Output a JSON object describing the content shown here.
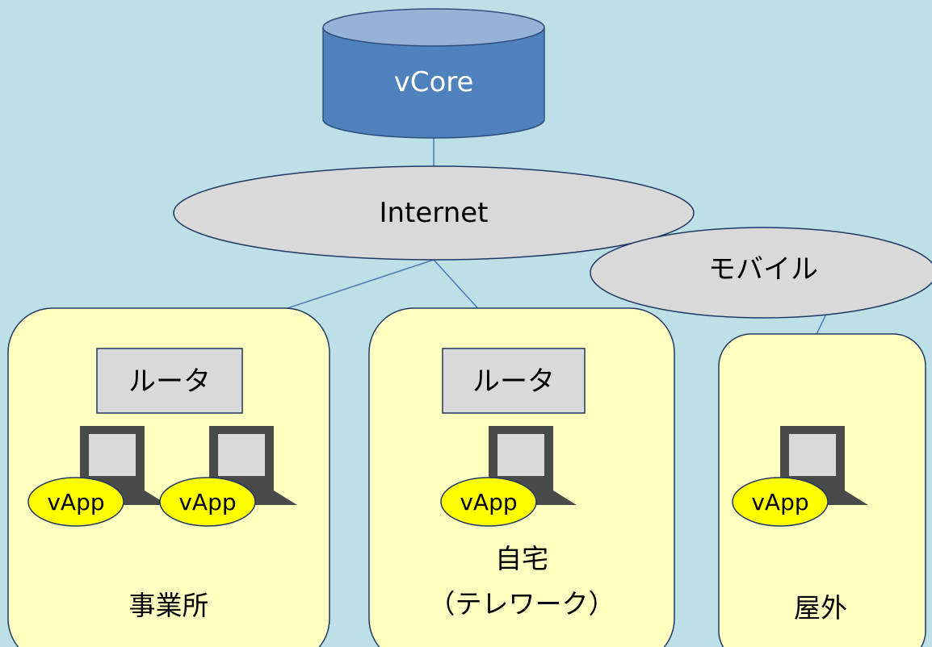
{
  "colors": {
    "background": "#bde0e6",
    "cloud_fill": "#d9d9d9",
    "panel_fill": "#ffffc2",
    "router_fill": "#d9d9d9",
    "laptop_fill": "#4a4a4a",
    "laptop_screen": "#d9d9d9",
    "vapp_fill": "#ffff00",
    "vcore_fill": "#4f81bd",
    "vcore_top": "#95b3d7",
    "line": "#4a78b8"
  },
  "core": {
    "label": "vCore",
    "shape": "cylinder"
  },
  "networks": {
    "internet": "Internet",
    "mobile": "モバイル"
  },
  "sites": [
    {
      "id": "office",
      "label_lines": [
        "事業所"
      ],
      "router": "ルータ",
      "devices": [
        {
          "label": "vApp"
        },
        {
          "label": "vApp"
        }
      ]
    },
    {
      "id": "home",
      "label_lines": [
        "自宅",
        "（テレワーク）"
      ],
      "router": "ルータ",
      "devices": [
        {
          "label": "vApp"
        }
      ]
    },
    {
      "id": "outdoor",
      "label_lines": [
        "屋外"
      ],
      "router": "",
      "devices": [
        {
          "label": "vApp"
        }
      ]
    }
  ]
}
